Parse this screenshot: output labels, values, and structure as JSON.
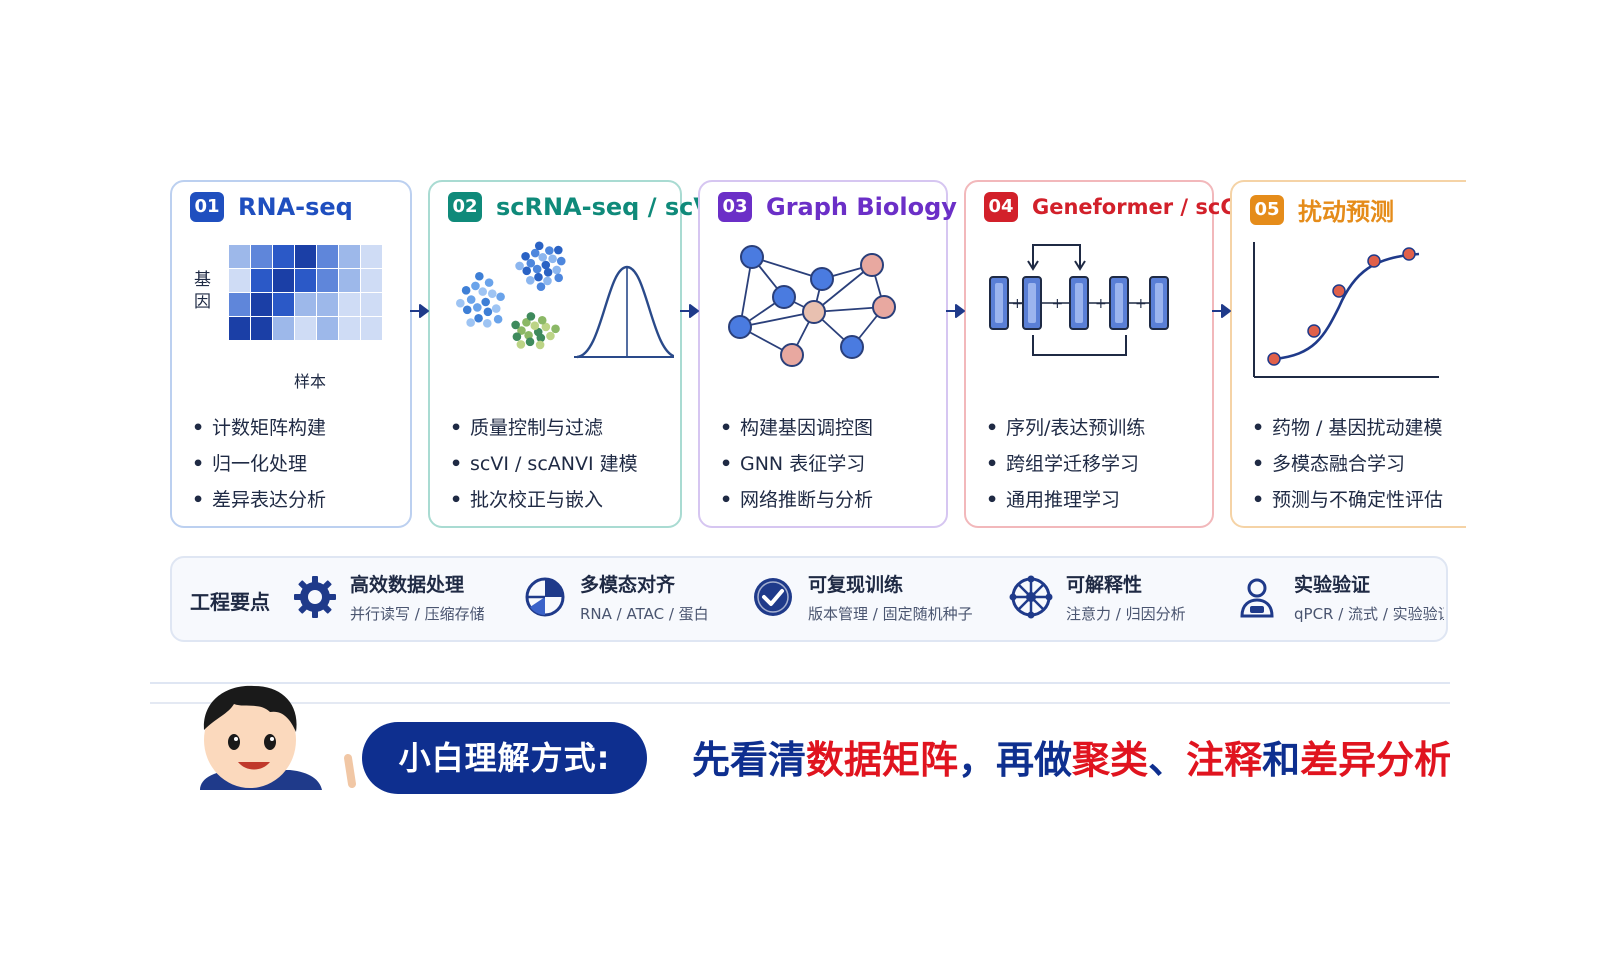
{
  "colors": {
    "card1": "#1f4fbf",
    "card2": "#0f8a7a",
    "card3": "#6b2fc7",
    "card4": "#d2202a",
    "card5": "#e58c1a",
    "navy": "#0e2f8f",
    "red": "#e0141f"
  },
  "cards": [
    {
      "num": "01",
      "title": "RNA-seq",
      "axis_y": "基因",
      "axis_x": "样本",
      "bullets": [
        "计数矩阵构建",
        "归一化处理",
        "差异表达分析"
      ]
    },
    {
      "num": "02",
      "title": "scRNA-seq / scVI",
      "bullets": [
        "质量控制与过滤",
        "scVI / scANVI 建模",
        "批次校正与嵌入"
      ]
    },
    {
      "num": "03",
      "title": "Graph Biology",
      "bullets": [
        "构建基因调控图",
        "GNN 表征学习",
        "网络推断与分析"
      ]
    },
    {
      "num": "04",
      "title": "Geneformer / scGPT",
      "bullets": [
        "序列/表达预训练",
        "跨组学迁移学习",
        "通用推理学习"
      ]
    },
    {
      "num": "05",
      "title": "扰动预测",
      "bullets": [
        "药物 / 基因扰动建模",
        "多模态融合学习",
        "预测与不确定性评估"
      ]
    }
  ],
  "engineering": {
    "label": "工程要点",
    "items": [
      {
        "icon": "gear-icon",
        "title": "高效数据处理",
        "sub": "并行读写 / 压缩存储"
      },
      {
        "icon": "pie-icon",
        "title": "多模态对齐",
        "sub": "RNA / ATAC / 蛋白"
      },
      {
        "icon": "check-badge-icon",
        "title": "可复现训练",
        "sub": "版本管理 / 固定随机种子"
      },
      {
        "icon": "network-wheel-icon",
        "title": "可解释性",
        "sub": "注意力 / 归因分析"
      },
      {
        "icon": "researcher-icon",
        "title": "实验验证",
        "sub": "qPCR / 流式 / 实验验证"
      }
    ]
  },
  "bottom": {
    "pill": "小白理解方式:",
    "tagline": [
      {
        "text": "先看清",
        "hl": false
      },
      {
        "text": "数据矩阵",
        "hl": true
      },
      {
        "text": "，再做",
        "hl": false
      },
      {
        "text": "聚类",
        "hl": true
      },
      {
        "text": "、",
        "hl": false
      },
      {
        "text": "注释",
        "hl": true
      },
      {
        "text": "和",
        "hl": false
      },
      {
        "text": "差异分析",
        "hl": true
      }
    ]
  }
}
